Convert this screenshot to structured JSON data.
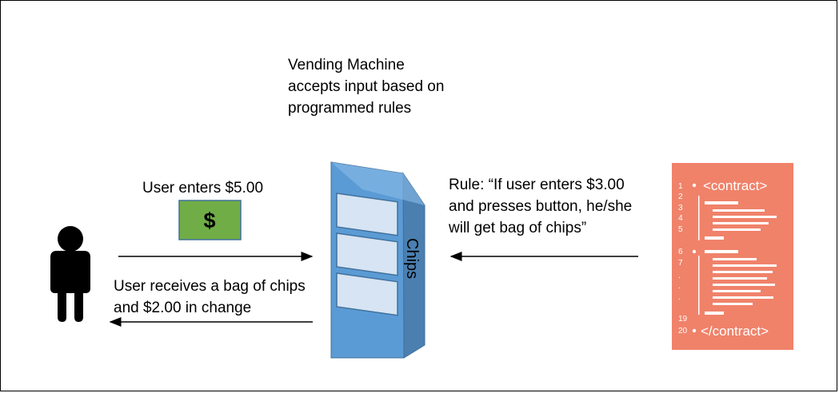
{
  "vending_caption": [
    "Vending Machine",
    "accepts input based on",
    "programmed rules"
  ],
  "user_enters": "User enters $5.00",
  "bill_symbol": "$",
  "user_receives": [
    "User receives a bag of chips",
    "and $2.00 in change"
  ],
  "rule_text": [
    "Rule: “If user enters $3.00",
    "and presses button, he/she",
    "will get bag of chips”"
  ],
  "machine_side_label": "Chips",
  "contract": {
    "open_tag": "<contract>",
    "close_tag": "</contract>",
    "line_numbers": [
      "1",
      "2",
      "3",
      "4",
      "5",
      "6",
      "7",
      ".",
      ".",
      ".",
      "19",
      "20"
    ]
  },
  "icons": {
    "user": "person-icon",
    "bill": "dollar-bill-icon",
    "machine": "vending-machine-icon",
    "contract": "contract-code-icon"
  },
  "colors": {
    "contract_bg": "#F0826A",
    "machine_front": "#5B9BD5",
    "machine_side": "#4A7FB0",
    "machine_top": "#7FB2E3",
    "machine_slot": "#D6E4F3",
    "bill_green": "#70AD47",
    "text": "#000000"
  }
}
